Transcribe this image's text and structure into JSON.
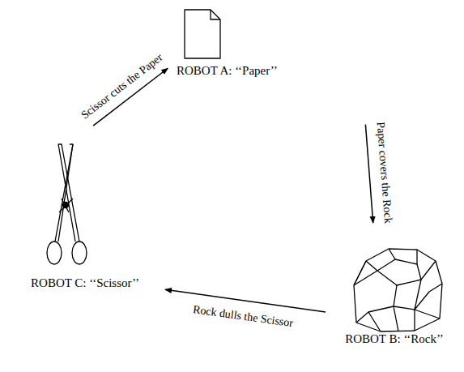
{
  "diagram": {
    "nodes": [
      {
        "text": [
          "ROBOT A: ‘‘Paper’’"
        ]
      },
      {
        "text": [
          "ROBOT B: ‘‘Rock’’"
        ]
      },
      {
        "text": [
          "ROBOT C: ‘‘Scissor’’"
        ]
      }
    ],
    "edges": [
      {
        "from": 0,
        "to": 1,
        "label": "Paper covers the Rock",
        "arrow": "to"
      },
      {
        "from": 1,
        "to": 2,
        "label": "Rock dulls the Scissor",
        "arrow": "to"
      },
      {
        "from": 2,
        "to": 0,
        "label": "Scissor cuts the Paper",
        "arrow": "to"
      }
    ]
  }
}
